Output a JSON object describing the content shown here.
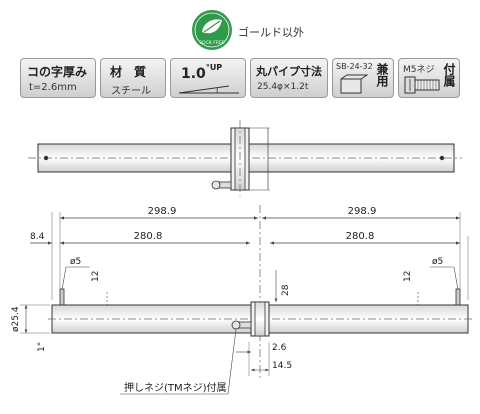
{
  "logo": {
    "text": "SOCK FREE",
    "note": "ゴールド以外"
  },
  "badges": [
    {
      "main": "コの字厚み",
      "sub": "t=2.6mm"
    },
    {
      "main": "材　質",
      "sub": "スチール"
    },
    {
      "main": "1.0",
      "sup": "°UP"
    },
    {
      "main": "丸パイプ寸法",
      "sub": "25.4φ×1.2t"
    },
    {
      "main": "SB-24-32",
      "side": "兼用"
    },
    {
      "main": "M5ネジ",
      "side": "付属"
    }
  ],
  "drawing": {
    "dims": {
      "half_span_left": "298.9",
      "half_span_right": "298.9",
      "inner_left": "280.8",
      "inner_right": "280.8",
      "offset": "8.4",
      "hole_left": "ø5",
      "hole_right": "ø5",
      "pin_left": "12",
      "pin_right": "12",
      "height": "28",
      "tube_dia": "ø25.4",
      "angle": "1°",
      "plate": "2.6",
      "center_width": "14.5"
    },
    "callout": "押しネジ(TMネジ)付属"
  }
}
